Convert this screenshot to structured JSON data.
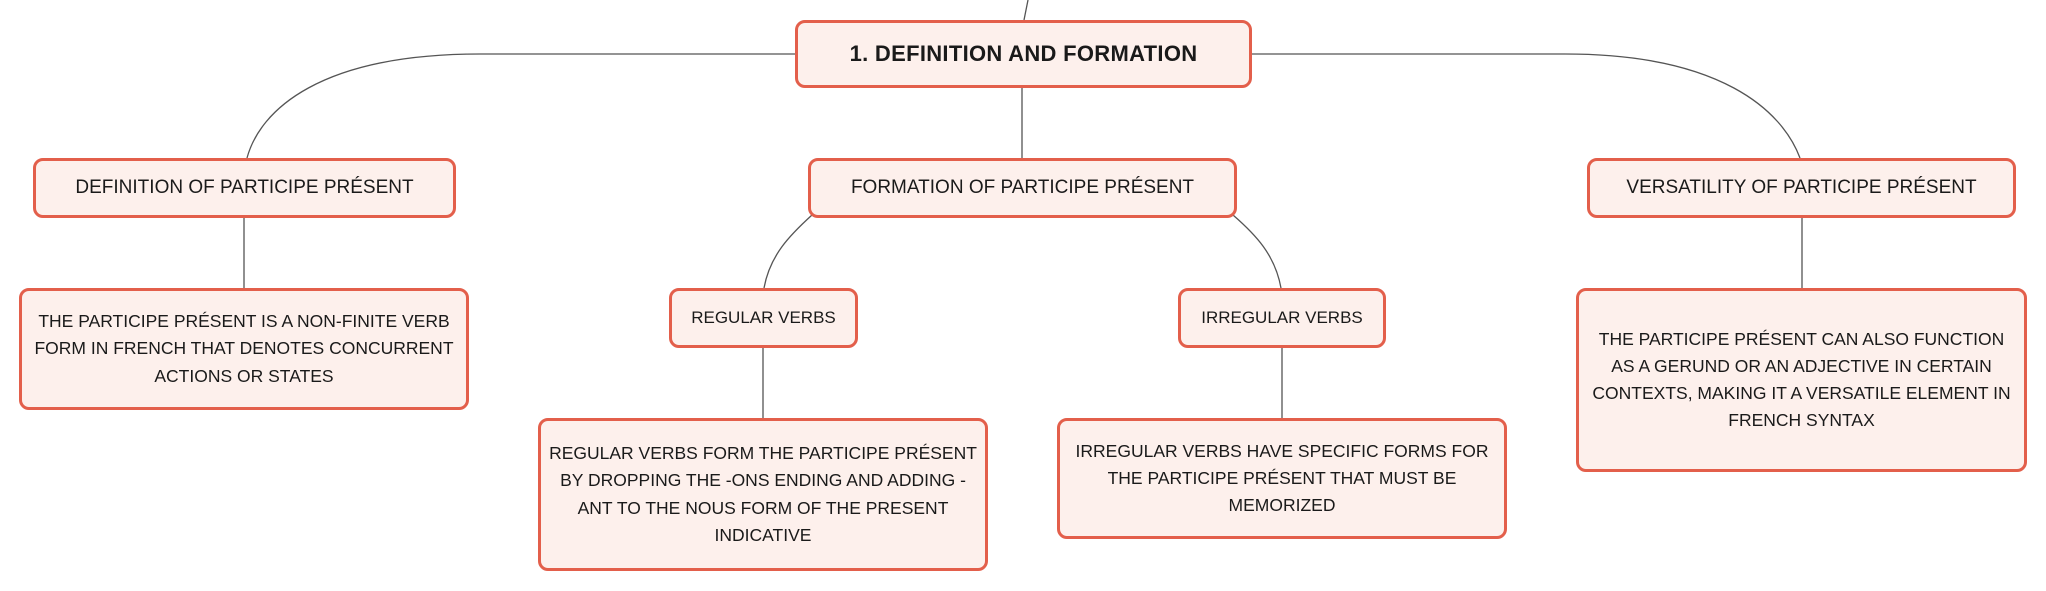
{
  "diagram": {
    "root": {
      "label": "1. DEFINITION AND FORMATION"
    },
    "definition": {
      "label": "DEFINITION OF PARTICIPE PRÉSENT",
      "description": "THE PARTICIPE PRÉSENT IS A NON-FINITE VERB FORM IN FRENCH THAT DENOTES CONCURRENT ACTIONS OR STATES"
    },
    "formation": {
      "label": "FORMATION OF PARTICIPE PRÉSENT",
      "regular": {
        "label": "REGULAR VERBS",
        "description": "REGULAR VERBS FORM THE PARTICIPE PRÉSENT BY DROPPING THE -ONS ENDING AND ADDING -ANT TO THE NOUS FORM OF THE PRESENT INDICATIVE"
      },
      "irregular": {
        "label": "IRREGULAR VERBS",
        "description": "IRREGULAR VERBS HAVE SPECIFIC FORMS FOR THE PARTICIPE PRÉSENT THAT MUST BE MEMORIZED"
      }
    },
    "versatility": {
      "label": "VERSATILITY OF PARTICIPE PRÉSENT",
      "description": "THE PARTICIPE PRÉSENT CAN ALSO FUNCTION AS A GERUND OR AN ADJECTIVE IN CERTAIN CONTEXTS, MAKING IT A VERSATILE ELEMENT IN FRENCH SYNTAX"
    },
    "colors": {
      "node_border": "#e35f4b",
      "node_fill": "#fdf0ec",
      "connector": "#555555"
    }
  }
}
